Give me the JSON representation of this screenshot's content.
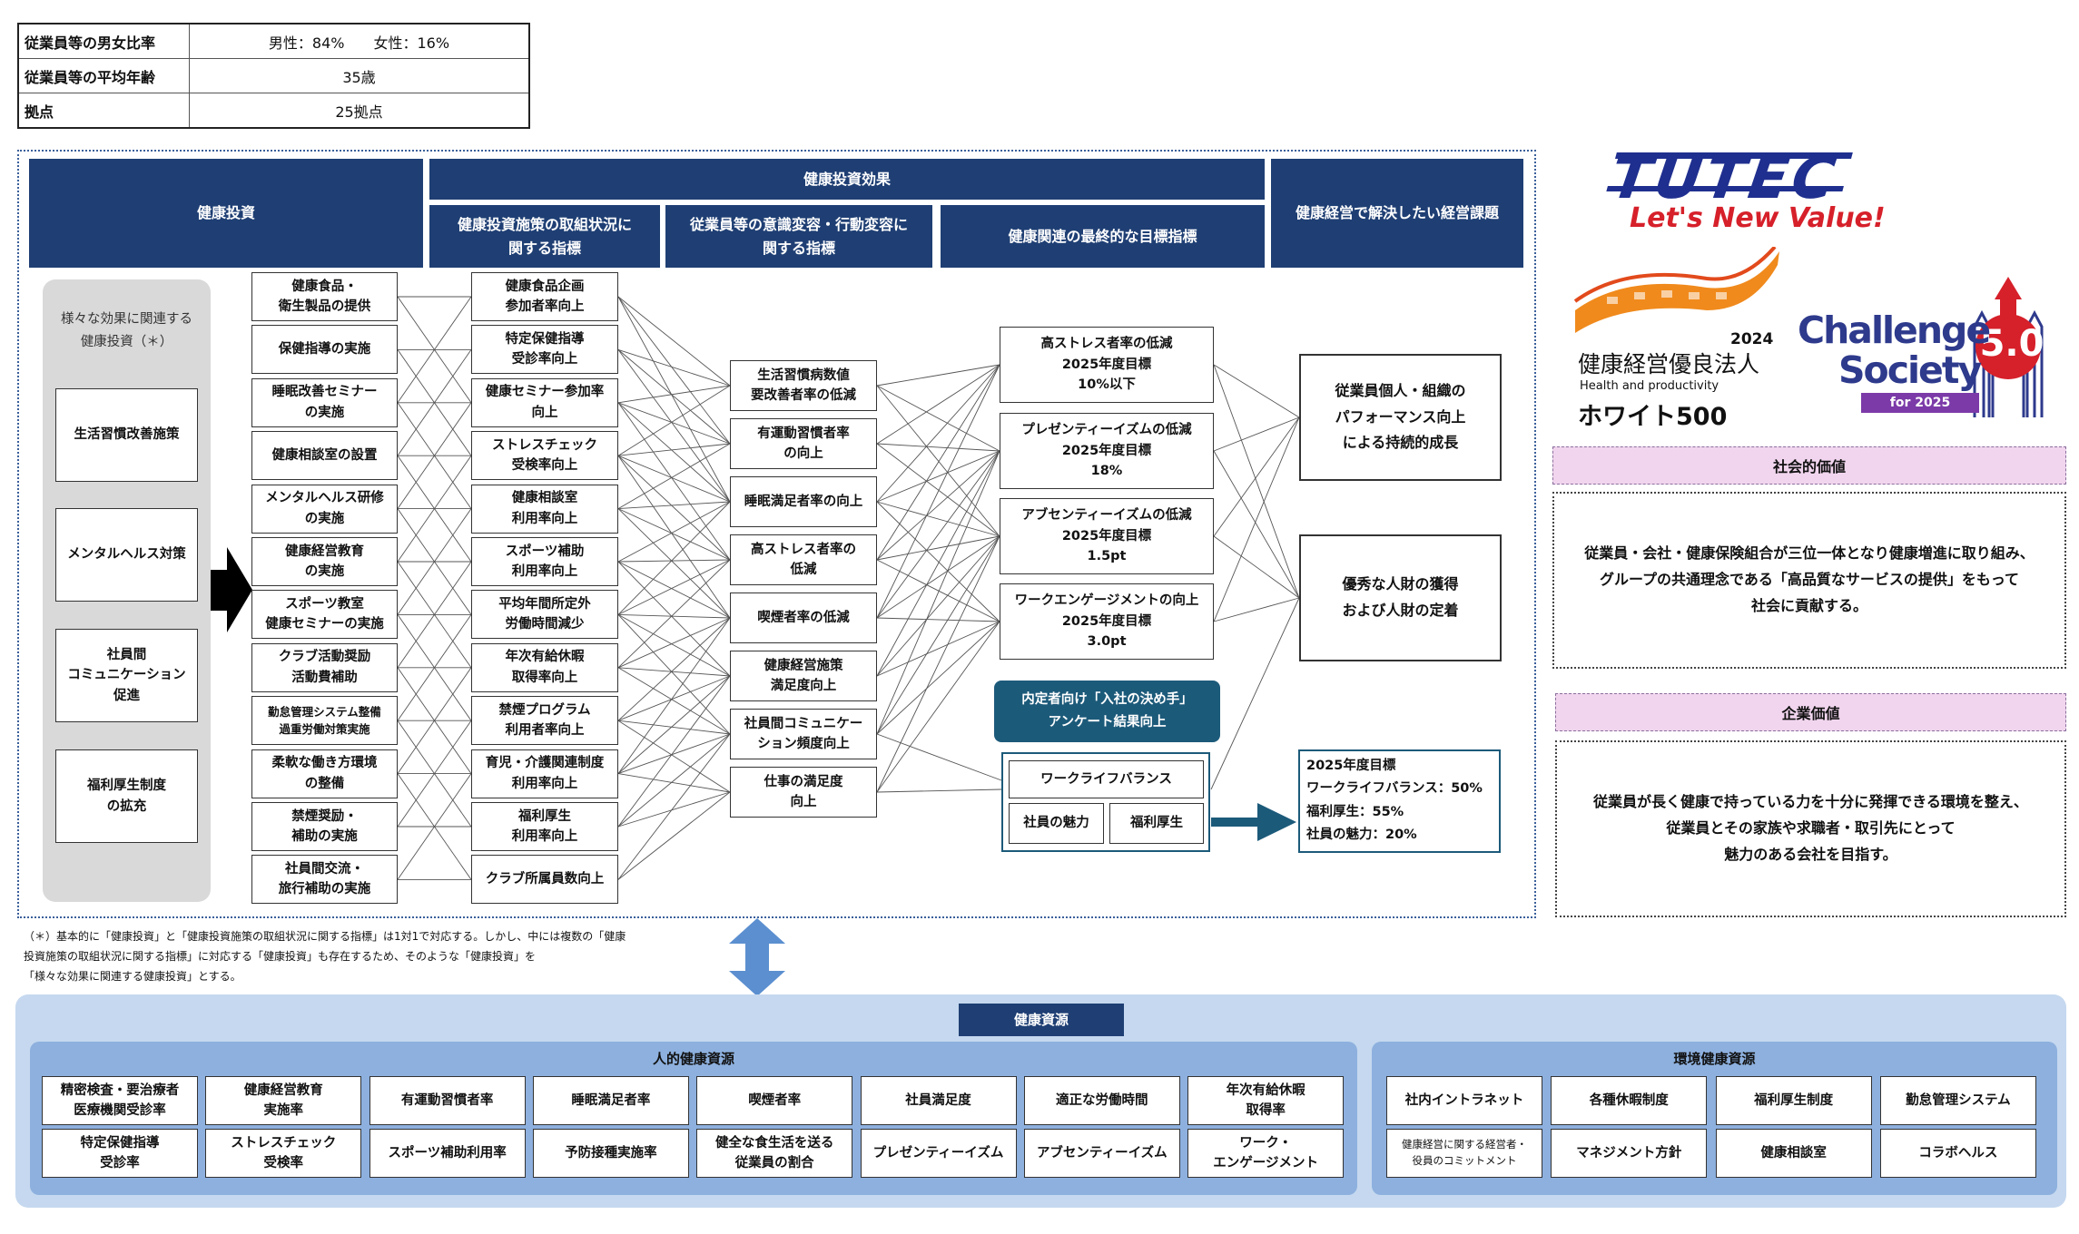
{
  "stats": [
    {
      "label": "従業員等の男女比率",
      "value": "男性：84%　　女性：16%"
    },
    {
      "label": "従業員等の平均年齢",
      "value": "35歳"
    },
    {
      "label": "拠点",
      "value": "25拠点"
    }
  ],
  "headers": {
    "invest": "健康投資",
    "effect": "健康投資効果",
    "effect_sub1": "健康投資施策の取組状況に\n関する指標",
    "effect_sub2": "従業員等の意識変容・行動変容に\n関する指標",
    "effect_sub3": "健康関連の最終的な目標指標",
    "issue": "健康経営で解決したい経営課題"
  },
  "various": {
    "title": "様々な効果に関連する\n健康投資（＊）",
    "items": [
      "生活習慣改善施策",
      "メンタルヘルス対策",
      "社員間\nコミュニケーション\n促進",
      "福利厚生制度\nの拡充"
    ]
  },
  "col1": [
    "健康食品・\n衛生製品の提供",
    "保健指導の実施",
    "睡眠改善セミナー\nの実施",
    "健康相談室の設置",
    "メンタルヘルス研修\nの実施",
    "健康経営教育\nの実施",
    "スポーツ教室\n健康セミナーの実施",
    "クラブ活動奨励\n活動費補助",
    "勤怠管理システム整備\n過重労働対策実施",
    "柔軟な働き方環境\nの整備",
    "禁煙奨励・\n補助の実施",
    "社員間交流・\n旅行補助の実施"
  ],
  "col2": [
    "健康食品企画\n参加者率向上",
    "特定保健指導\n受診率向上",
    "健康セミナー参加率\n向上",
    "ストレスチェック\n受検率向上",
    "健康相談室\n利用率向上",
    "スポーツ補助\n利用率向上",
    "平均年間所定外\n労働時間減少",
    "年次有給休暇\n取得率向上",
    "禁煙プログラム\n利用者率向上",
    "育児・介護関連制度\n利用率向上",
    "福利厚生\n利用率向上",
    "クラブ所属員数向上"
  ],
  "col3": [
    "生活習慣病数値\n要改善者率の低減",
    "有運動習慣者率\nの向上",
    "睡眠満足者率の向上",
    "高ストレス者率の\n低減",
    "喫煙者率の低減",
    "健康経営施策\n満足度向上",
    "社員間コミュニケー\nション頻度向上",
    "仕事の満足度\n向上"
  ],
  "col4": [
    "高ストレス者率の低減\n2025年度目標\n10%以下",
    "プレゼンティーイズムの低減\n2025年度目標\n18%",
    "アブセンティーイズムの低減\n2025年度目標\n1.5pt",
    "ワークエンゲージメントの向上\n2025年度目標\n3.0pt"
  ],
  "col5": [
    "従業員個人・組織の\nパフォーマンス向上\nによる持続的成長",
    "優秀な人財の獲得\nおよび人財の定着"
  ],
  "survey": {
    "title": "内定者向け「入社の決め手」\nアンケート結果向上",
    "items": [
      "ワークライフバランス",
      "社員の魅力",
      "福利厚生"
    ],
    "target": "2025年度目標\nワークライフバランス：50%\n福利厚生：55%\n社員の魅力：20%"
  },
  "logos": {
    "tutec": "TUTEC",
    "tutec_slogan": "Let's New Value!",
    "white500_year": "2024",
    "white500_title": "健康経営優良法人",
    "white500_en": "Health and productivity",
    "white500_name": "ホワイト500",
    "challenge_line1": "Challenge",
    "challenge_line2": "Society",
    "challenge_num": "5.0",
    "challenge_for": "for 2025"
  },
  "social": {
    "title": "社会的価値",
    "text": "従業員・会社・健康保険組合が三位一体となり健康増進に取り組み、\nグループの共通理念である「高品質なサービスの提供」をもって\n社会に貢献する。"
  },
  "corporate": {
    "title": "企業価値",
    "text": "従業員が長く健康で持っている力を十分に発揮できる環境を整え、\n従業員とその家族や求職者・取引先にとって\n魅力のある会社を目指す。"
  },
  "footnote": "（＊）基本的に「健康投資」と「健康投資施策の取組状況に関する指標」は1対1で対応する。しかし、中には複数の「健康\n投資施策の取組状況に関する指標」に対応する「健康投資」も存在するため、そのような「健康投資」を\n「様々な効果に関連する健康投資」とする。",
  "resources": {
    "title": "健康資源",
    "human_title": "人的健康資源",
    "human": [
      "精密検査・要治療者\n医療機関受診率",
      "健康経営教育\n実施率",
      "有運動習慣者率",
      "睡眠満足者率",
      "喫煙者率",
      "社員満足度",
      "適正な労働時間",
      "年次有給休暇\n取得率",
      "特定保健指導\n受診率",
      "ストレスチェック\n受検率",
      "スポーツ補助利用率",
      "予防接種実施率",
      "健全な食生活を送る\n従業員の割合",
      "プレゼンティーイズム",
      "アブセンティーイズム",
      "ワーク・\nエンゲージメント"
    ],
    "env_title": "環境健康資源",
    "env": [
      "社内イントラネット",
      "各種休暇制度",
      "福利厚生制度",
      "勤怠管理システム",
      "健康経営に関する経営者・\n役員のコミットメント",
      "マネジメント方針",
      "健康相談室",
      "コラボヘルス"
    ]
  },
  "colors": {
    "navy": "#1f3f74",
    "teal": "#1c5a7a",
    "pink": "#f1d5ee",
    "lightblue": "#c5d8ef",
    "midblue": "#8db0de",
    "arrowblue": "#5b8fd0"
  }
}
